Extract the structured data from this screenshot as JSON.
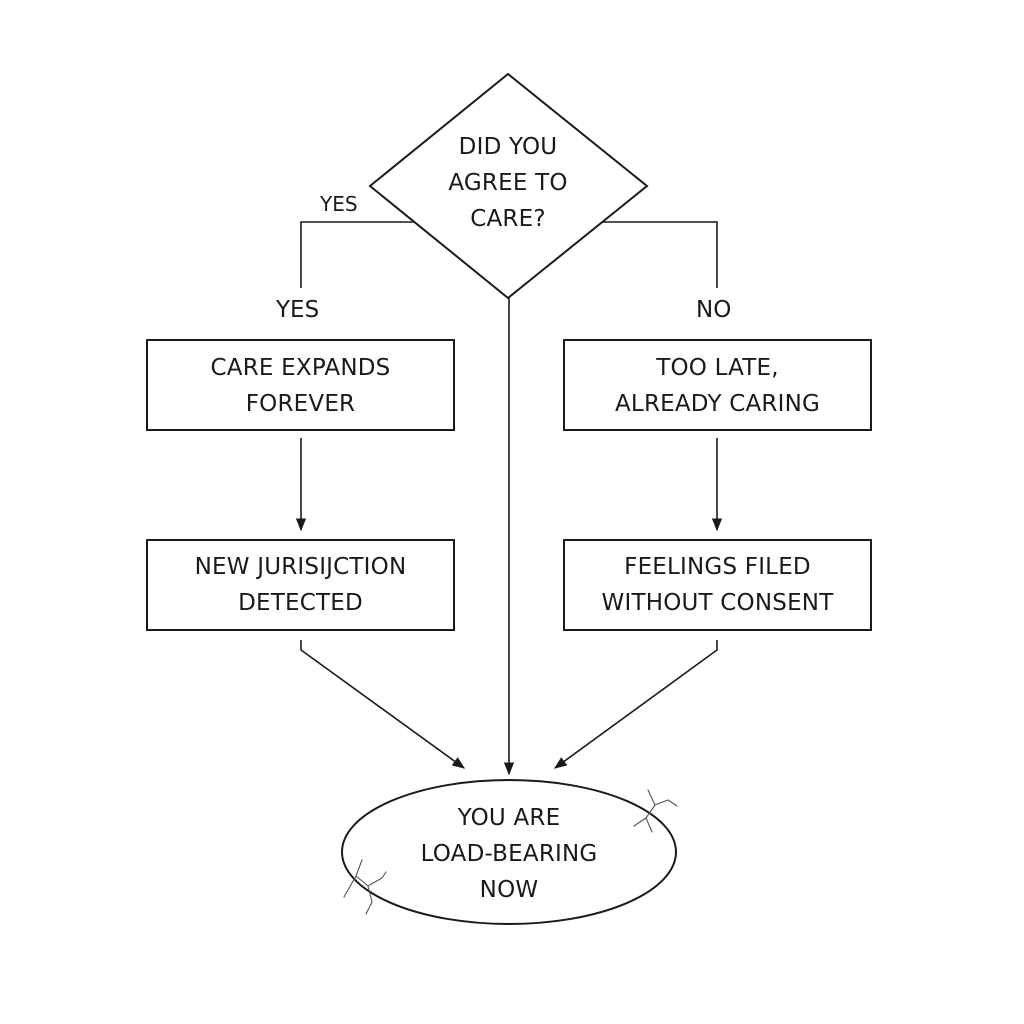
{
  "decision": {
    "lines": [
      "DID YOU",
      "AGREE TO",
      "CARE?"
    ]
  },
  "branch_labels": {
    "yes_top": "YES",
    "yes": "YES",
    "no": "NO"
  },
  "nodes": {
    "care_expands": {
      "lines": [
        "CARE EXPANDS",
        "FOREVER"
      ]
    },
    "too_late": {
      "lines": [
        "TOO LATE,",
        "ALREADY CARING"
      ]
    },
    "new_jurisdiction": {
      "lines": [
        "NEW JURISIJCTION",
        "DETECTED"
      ]
    },
    "feelings_filed": {
      "lines": [
        "FEELINGS FILED",
        "WITHOUT CONSENT"
      ]
    },
    "terminal": {
      "lines": [
        "YOU ARE",
        "LOAD-BEARING",
        "NOW"
      ]
    }
  },
  "colors": {
    "stroke": "#1a1a1a",
    "background": "#ffffff",
    "crack": "#555555"
  }
}
